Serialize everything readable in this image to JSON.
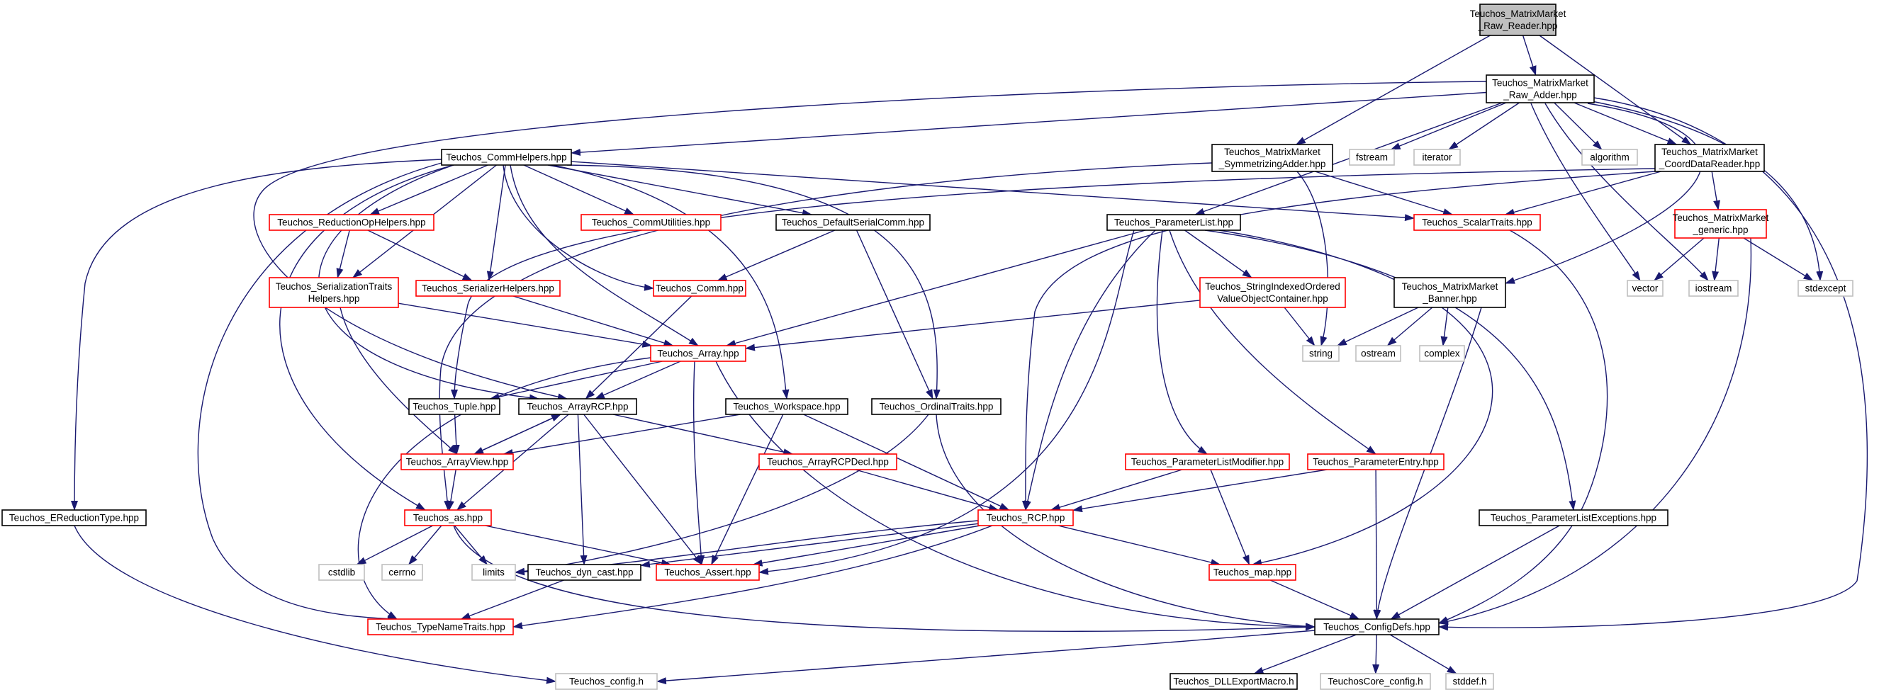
{
  "colors": {
    "edge": "#191970",
    "local_border": "#000000",
    "incomplete_border": "#ff0000",
    "system_border": "#bfbfbf",
    "root_fill": "#bfbfbf",
    "node_fill": "#ffffff"
  },
  "nodes": [
    {
      "id": "raw_reader",
      "kind": "root",
      "lines": [
        "Teuchos_MatrixMarket",
        "_Raw_Reader.hpp"
      ]
    },
    {
      "id": "raw_adder",
      "kind": "local",
      "lines": [
        "Teuchos_MatrixMarket",
        "_Raw_Adder.hpp"
      ]
    },
    {
      "id": "sym_adder",
      "kind": "local",
      "lines": [
        "Teuchos_MatrixMarket",
        "_SymmetrizingAdder.hpp"
      ]
    },
    {
      "id": "comm_helpers",
      "kind": "local",
      "lines": [
        "Teuchos_CommHelpers.hpp"
      ]
    },
    {
      "id": "fstream",
      "kind": "system",
      "lines": [
        "fstream"
      ]
    },
    {
      "id": "iterator",
      "kind": "system",
      "lines": [
        "iterator"
      ]
    },
    {
      "id": "algorithm",
      "kind": "system",
      "lines": [
        "algorithm"
      ]
    },
    {
      "id": "coord_reader",
      "kind": "local",
      "lines": [
        "Teuchos_MatrixMarket",
        "_CoordDataReader.hpp"
      ]
    },
    {
      "id": "reduction_op",
      "kind": "incomplete",
      "lines": [
        "Teuchos_ReductionOpHelpers.hpp"
      ]
    },
    {
      "id": "comm_util",
      "kind": "incomplete",
      "lines": [
        "Teuchos_CommUtilities.hpp"
      ]
    },
    {
      "id": "default_serial",
      "kind": "local",
      "lines": [
        "Teuchos_DefaultSerialComm.hpp"
      ]
    },
    {
      "id": "param_list",
      "kind": "local",
      "lines": [
        "Teuchos_ParameterList.hpp"
      ]
    },
    {
      "id": "scalar_traits",
      "kind": "incomplete",
      "lines": [
        "Teuchos_ScalarTraits.hpp"
      ]
    },
    {
      "id": "mm_generic",
      "kind": "incomplete",
      "lines": [
        "Teuchos_MatrixMarket",
        "_generic.hpp"
      ]
    },
    {
      "id": "ser_traits",
      "kind": "incomplete",
      "lines": [
        "Teuchos_SerializationTraits",
        "Helpers.hpp"
      ]
    },
    {
      "id": "ser_helpers",
      "kind": "incomplete",
      "lines": [
        "Teuchos_SerializerHelpers.hpp"
      ]
    },
    {
      "id": "comm",
      "kind": "incomplete",
      "lines": [
        "Teuchos_Comm.hpp"
      ]
    },
    {
      "id": "str_indexed",
      "kind": "incomplete",
      "lines": [
        "Teuchos_StringIndexedOrdered",
        "ValueObjectContainer.hpp"
      ]
    },
    {
      "id": "banner",
      "kind": "local",
      "lines": [
        "Teuchos_MatrixMarket",
        "_Banner.hpp"
      ]
    },
    {
      "id": "vector",
      "kind": "system",
      "lines": [
        "vector"
      ]
    },
    {
      "id": "iostream",
      "kind": "system",
      "lines": [
        "iostream"
      ]
    },
    {
      "id": "stdexcept",
      "kind": "system",
      "lines": [
        "stdexcept"
      ]
    },
    {
      "id": "array",
      "kind": "incomplete",
      "lines": [
        "Teuchos_Array.hpp"
      ]
    },
    {
      "id": "string",
      "kind": "system",
      "lines": [
        "string"
      ]
    },
    {
      "id": "ostream",
      "kind": "system",
      "lines": [
        "ostream"
      ]
    },
    {
      "id": "complex",
      "kind": "system",
      "lines": [
        "complex"
      ]
    },
    {
      "id": "tuple",
      "kind": "local",
      "lines": [
        "Teuchos_Tuple.hpp"
      ]
    },
    {
      "id": "arrayrcp",
      "kind": "local",
      "lines": [
        "Teuchos_ArrayRCP.hpp"
      ]
    },
    {
      "id": "workspace",
      "kind": "local",
      "lines": [
        "Teuchos_Workspace.hpp"
      ]
    },
    {
      "id": "ordinal_traits",
      "kind": "local",
      "lines": [
        "Teuchos_OrdinalTraits.hpp"
      ]
    },
    {
      "id": "arrayview",
      "kind": "incomplete",
      "lines": [
        "Teuchos_ArrayView.hpp"
      ]
    },
    {
      "id": "arrayrcp_decl",
      "kind": "incomplete",
      "lines": [
        "Teuchos_ArrayRCPDecl.hpp"
      ]
    },
    {
      "id": "plist_modifier",
      "kind": "incomplete",
      "lines": [
        "Teuchos_ParameterListModifier.hpp"
      ]
    },
    {
      "id": "param_entry",
      "kind": "incomplete",
      "lines": [
        "Teuchos_ParameterEntry.hpp"
      ]
    },
    {
      "id": "ereduction",
      "kind": "local",
      "lines": [
        "Teuchos_EReductionType.hpp"
      ]
    },
    {
      "id": "as",
      "kind": "incomplete",
      "lines": [
        "Teuchos_as.hpp"
      ]
    },
    {
      "id": "rcp",
      "kind": "incomplete",
      "lines": [
        "Teuchos_RCP.hpp"
      ]
    },
    {
      "id": "plist_exceptions",
      "kind": "local",
      "lines": [
        "Teuchos_ParameterListExceptions.hpp"
      ]
    },
    {
      "id": "cstdlib",
      "kind": "system",
      "lines": [
        "cstdlib"
      ]
    },
    {
      "id": "cerrno",
      "kind": "system",
      "lines": [
        "cerrno"
      ]
    },
    {
      "id": "limits",
      "kind": "system",
      "lines": [
        "limits"
      ]
    },
    {
      "id": "dyn_cast",
      "kind": "local",
      "lines": [
        "Teuchos_dyn_cast.hpp"
      ]
    },
    {
      "id": "assert",
      "kind": "incomplete",
      "lines": [
        "Teuchos_Assert.hpp"
      ]
    },
    {
      "id": "map",
      "kind": "incomplete",
      "lines": [
        "Teuchos_map.hpp"
      ]
    },
    {
      "id": "typename",
      "kind": "incomplete",
      "lines": [
        "Teuchos_TypeNameTraits.hpp"
      ]
    },
    {
      "id": "configdefs",
      "kind": "local",
      "lines": [
        "Teuchos_ConfigDefs.hpp"
      ]
    },
    {
      "id": "config_h",
      "kind": "system",
      "lines": [
        "Teuchos_config.h"
      ]
    },
    {
      "id": "dllexport",
      "kind": "local",
      "lines": [
        "Teuchos_DLLExportMacro.h"
      ]
    },
    {
      "id": "core_config",
      "kind": "system",
      "lines": [
        "TeuchosCore_config.h"
      ]
    },
    {
      "id": "stddef",
      "kind": "system",
      "lines": [
        "stddef.h"
      ]
    }
  ]
}
